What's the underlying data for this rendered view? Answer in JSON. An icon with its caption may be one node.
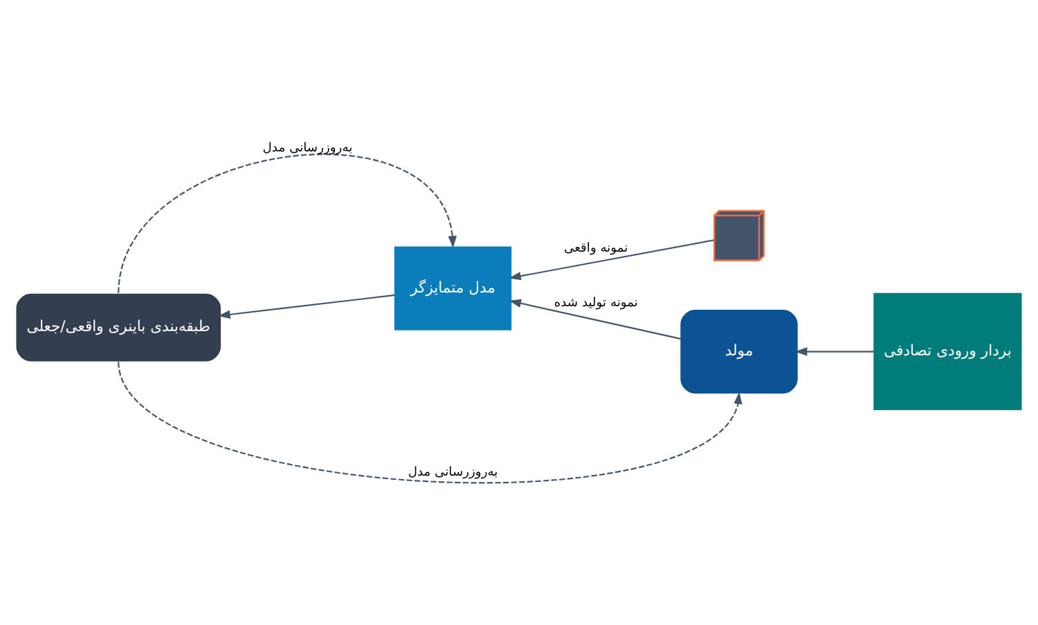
{
  "diagram": {
    "nodes": [
      {
        "text": [
          "طبقه‌بندی باینری واقعی/جعلی"
        ]
      },
      {
        "text": [
          "مدل متمایزگر"
        ]
      },
      {
        "text": [],
        "shape": "box"
      },
      {
        "text": [
          "مولد"
        ]
      },
      {
        "text": [
          "بردار ورودی تصادفی"
        ]
      }
    ],
    "edges": [
      {
        "from": 0,
        "to": 1,
        "arrow": "to",
        "style": "dashed",
        "label": "به‌روزرسانی مدل"
      },
      {
        "from": 1,
        "to": 0,
        "arrow": "to"
      },
      {
        "from": 2,
        "to": 1,
        "arrow": "to",
        "label": "نمونه واقعی"
      },
      {
        "from": 3,
        "to": 1,
        "arrow": "to",
        "label": "نمونه تولید شده"
      },
      {
        "from": 4,
        "to": 3,
        "arrow": "to"
      },
      {
        "from": 0,
        "to": 3,
        "arrow": "to",
        "style": "dashed",
        "label": "به‌روزرسانی مدل"
      }
    ]
  }
}
